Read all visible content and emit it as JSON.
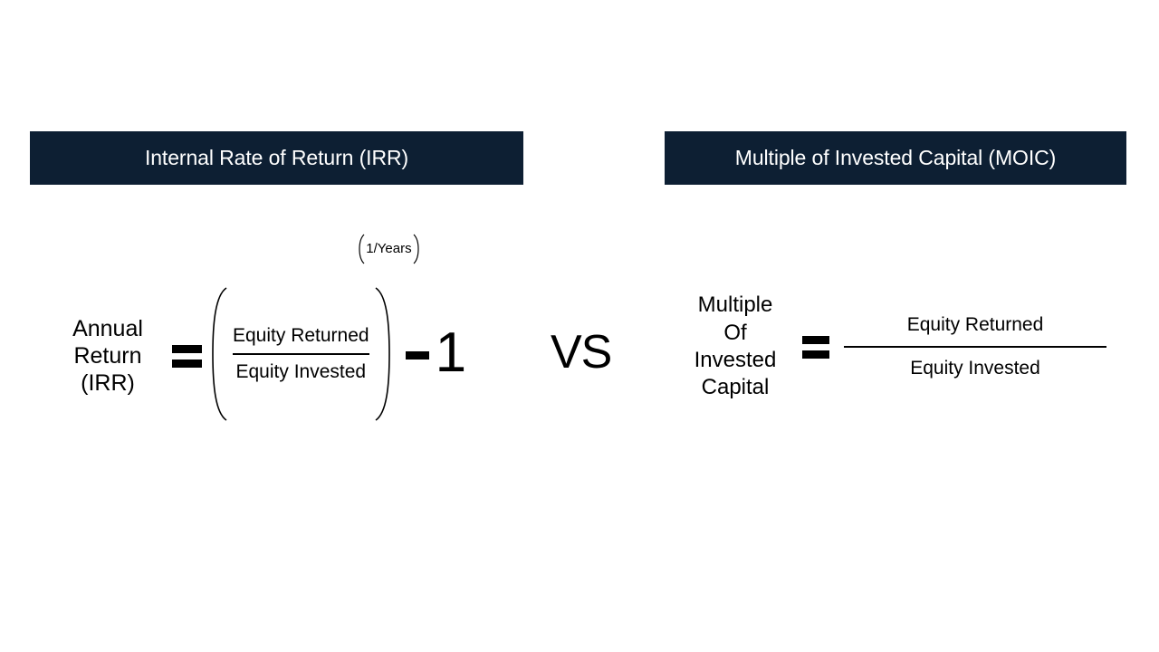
{
  "background_color": "#ffffff",
  "accent_color": "#0d1f33",
  "banners": {
    "left": {
      "title": "Internal Rate of Return (IRR)"
    },
    "right": {
      "title": "Multiple of Invested Capital (MOIC)"
    }
  },
  "comparator": {
    "label": "VS"
  },
  "irr_formula": {
    "lhs_lines": [
      "Annual",
      "Return",
      "(IRR)"
    ],
    "equals": "=",
    "numerator": "Equity Returned",
    "denominator": "Equity Invested",
    "exponent": "1/Years",
    "minus": "-",
    "constant": "1"
  },
  "moic_formula": {
    "lhs_lines": [
      "Multiple",
      "Of",
      "Invested",
      "Capital"
    ],
    "equals": "=",
    "numerator": "Equity Returned",
    "denominator": "Equity Invested"
  }
}
